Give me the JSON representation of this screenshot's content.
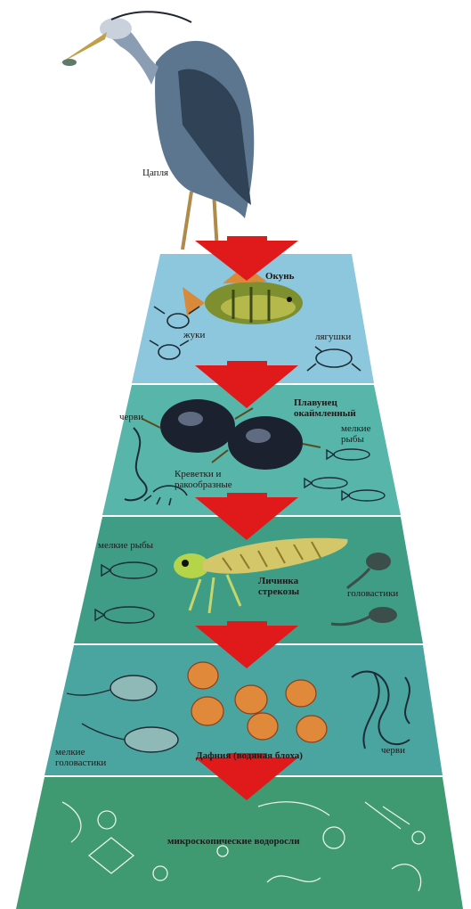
{
  "colors": {
    "level1": "#8cc7dd",
    "level2": "#57b6a9",
    "level3": "#3f9d86",
    "level4": "#4aa5a0",
    "level5": "#3f9a72",
    "arrow": "#e01a1a",
    "heron": "#5d7690"
  },
  "apex": {
    "label": "Цапля",
    "icon": "heron-icon"
  },
  "levels": [
    {
      "labels": {
        "perch": "Окунь",
        "beetles": "жуки",
        "frogs": "лягушки"
      },
      "icons": [
        "perch-icon",
        "beetle-icon",
        "frog-icon"
      ]
    },
    {
      "labels": {
        "worms": "черви",
        "diving_beetle": "Плавунец окаймленный",
        "small_fish": "мелкие рыбы",
        "shrimp": "Креветки и ракообразные"
      },
      "icons": [
        "diving-beetle-icon",
        "worm-icon",
        "small-fish-icon",
        "shrimp-icon"
      ]
    },
    {
      "labels": {
        "small_fish": "мелкие рыбы",
        "dragonfly_larva": "Личинка стрекозы",
        "tadpoles": "головастики"
      },
      "icons": [
        "dragonfly-larva-icon",
        "small-fish-icon",
        "tadpole-icon"
      ]
    },
    {
      "labels": {
        "small_tadpoles": "мелкие головастики",
        "daphnia": "Дафния (водяная блоха)",
        "worms": "черви"
      },
      "icons": [
        "daphnia-icon",
        "tadpole-icon",
        "worm-icon"
      ]
    },
    {
      "labels": {
        "algae": "микроскопические водоросли"
      },
      "icons": [
        "algae-icon"
      ]
    }
  ]
}
